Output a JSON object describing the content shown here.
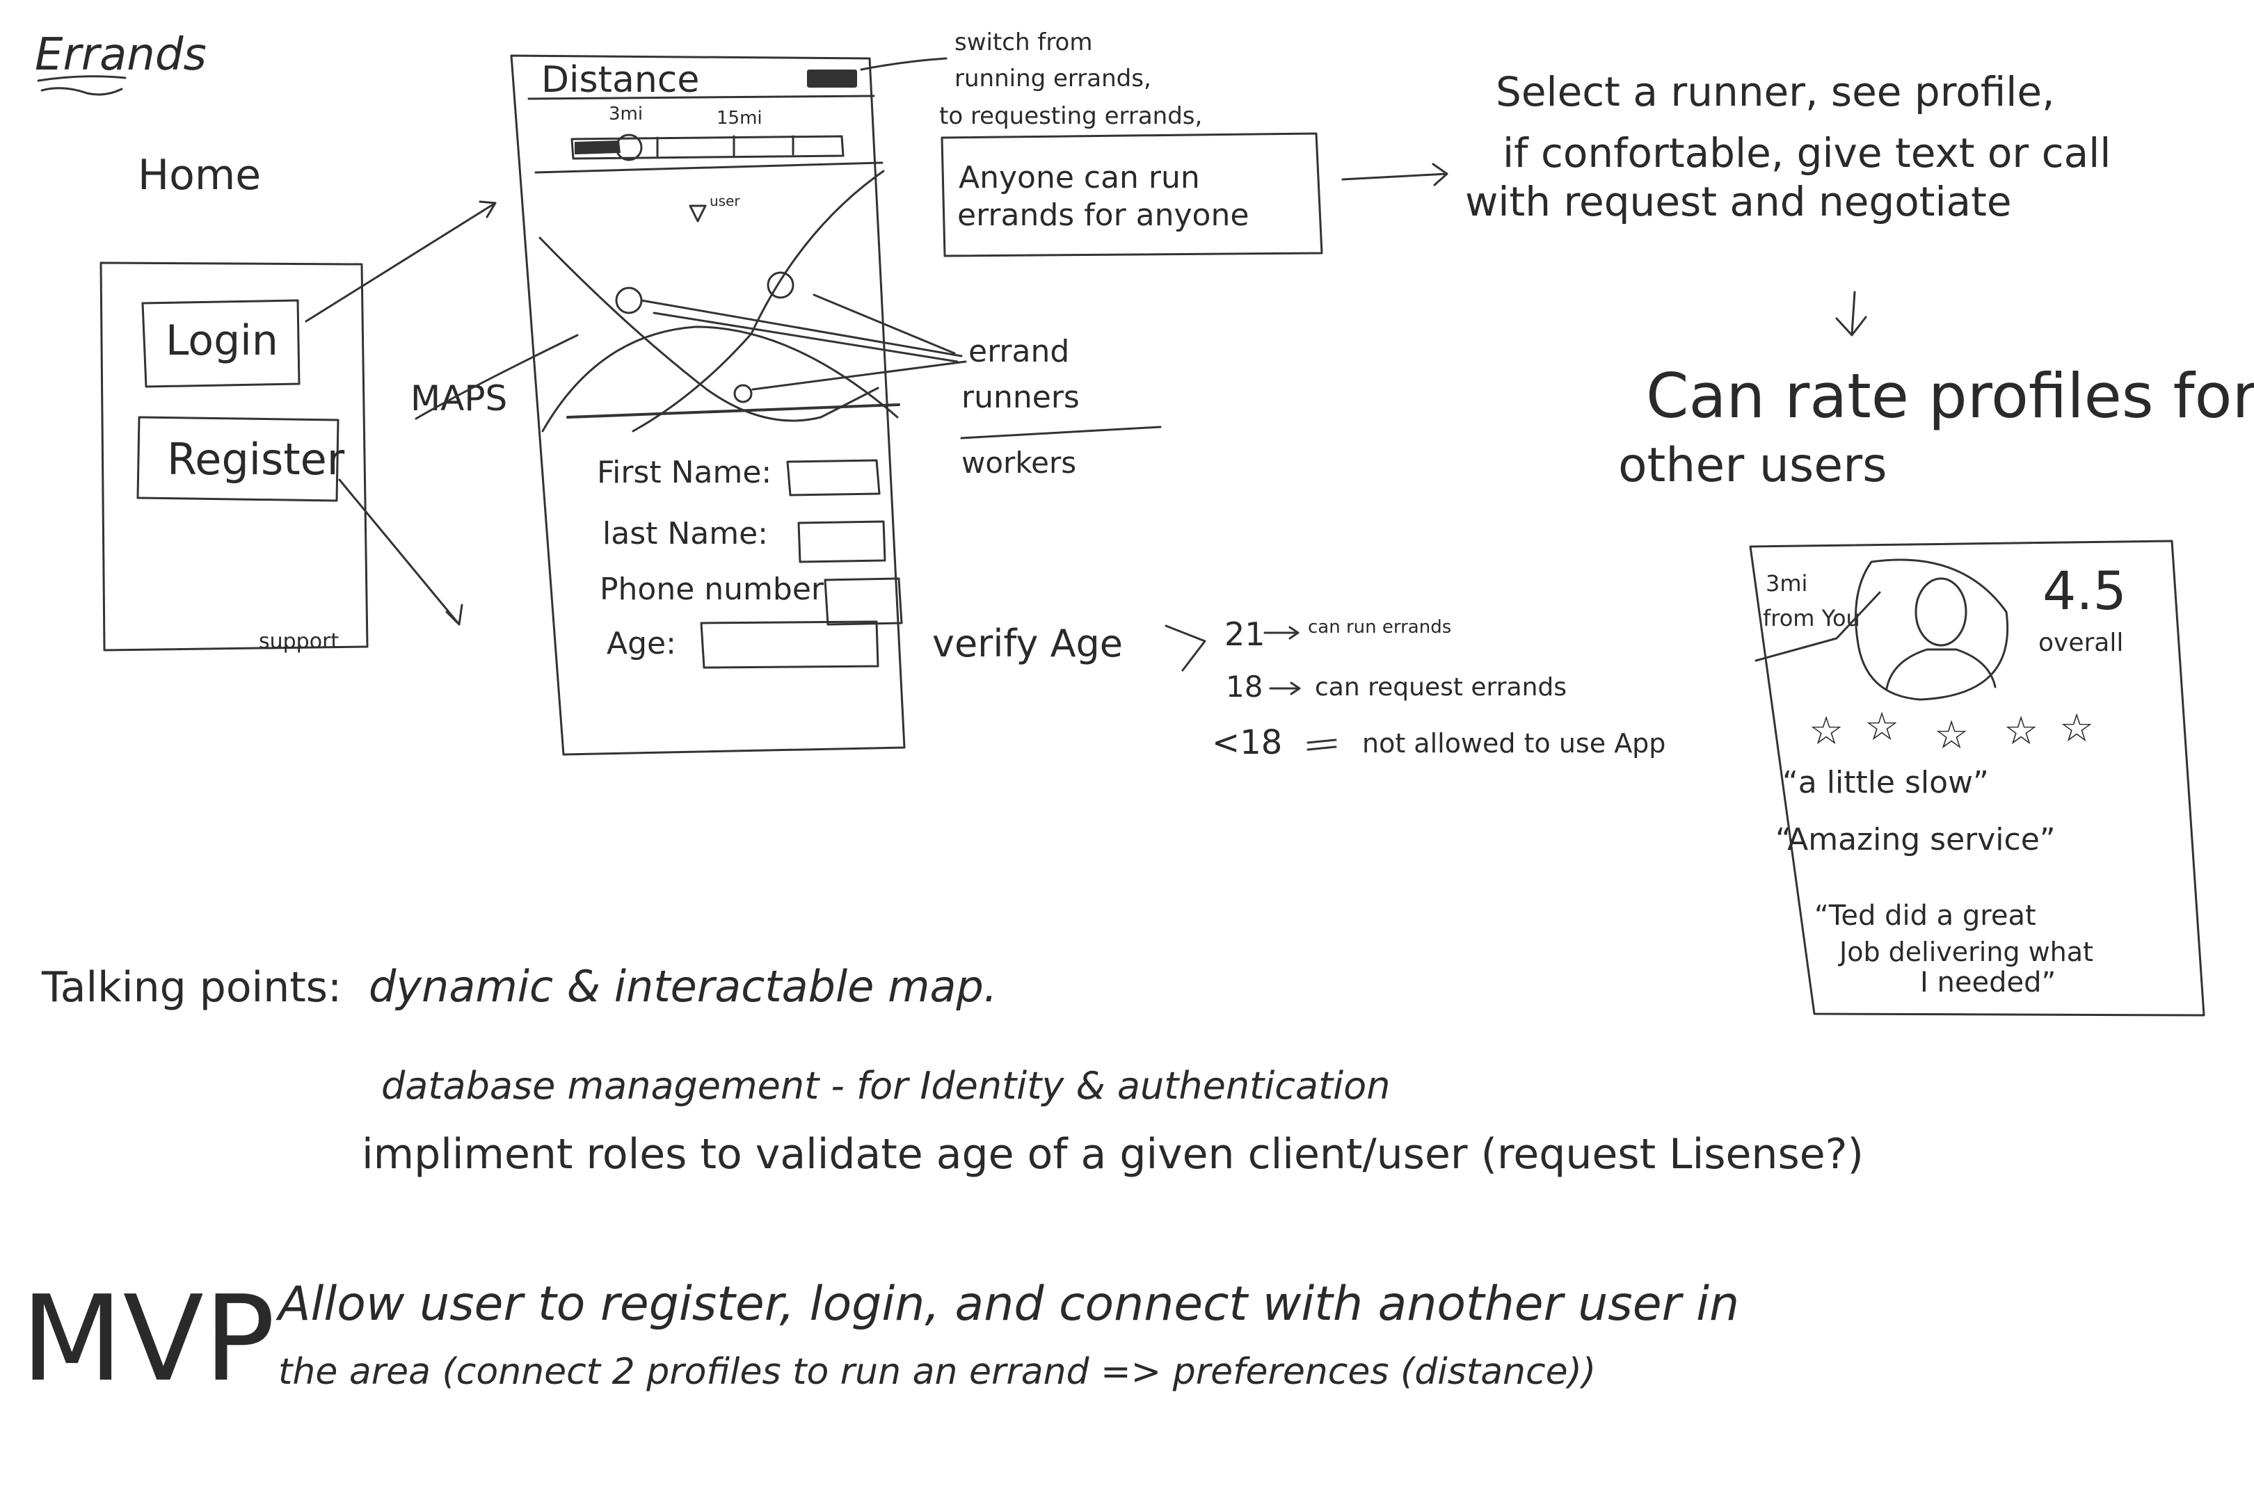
{
  "colors": {
    "ink": "#333333",
    "paper": "#ffffff"
  },
  "title": "Errands",
  "home": {
    "label": "Home",
    "login_button": "Login",
    "register_button": "Register",
    "support_link": "support"
  },
  "maps_label": "MAPS",
  "app_screen": {
    "distance_label": "Distance",
    "slider_ticks": [
      "3mi",
      "15mi"
    ],
    "user_marker": "user",
    "form_fields": [
      "First Name:",
      "last Name:",
      "Phone number",
      "Age:"
    ]
  },
  "toggle_note": [
    "switch from",
    "running errands,",
    "to requesting errands,"
  ],
  "anyone_box": [
    "Anyone can run",
    "errands for anyone"
  ],
  "select_note": [
    "Select a runner, see profile,",
    "if confortable, give text or call",
    "with request and negotiate"
  ],
  "rate_note": [
    "Can rate profiles for",
    "other users"
  ],
  "runner_labels": [
    "errand",
    "runners",
    "workers"
  ],
  "verify_age": {
    "label": "verify Age",
    "rules": [
      {
        "age": "21",
        "text": "can run errands"
      },
      {
        "age": "18",
        "text": "can request errands"
      },
      {
        "age": "<18",
        "text": "not allowed to use App"
      }
    ]
  },
  "profile_card": {
    "distance": [
      "3mi",
      "from You"
    ],
    "rating": "4.5",
    "rating_label": "overall",
    "stars_count": 5,
    "reviews": [
      "“a little slow”",
      "“Amazing service”",
      "“Ted did a great",
      "Job delivering what",
      "I needed”"
    ]
  },
  "talking_points": {
    "label": "Talking points:",
    "items": [
      "dynamic & interactable map.",
      "database management  - for Identity & authentication",
      "impliment roles to validate age of a given client/user (request Lisense?)"
    ]
  },
  "mvp": {
    "label": "MVP",
    "text": [
      "Allow user to register, login, and connect with another user in",
      "the area (connect 2 profiles to run an errand => preferences (distance))"
    ]
  }
}
